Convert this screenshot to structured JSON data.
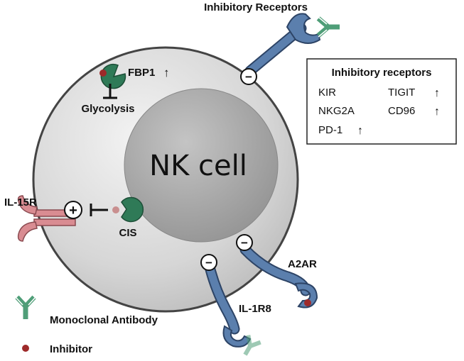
{
  "labels": {
    "inhibitory_receptors_top": "Inhibitory Receptors",
    "fbp1": "FBP1",
    "glycolysis": "Glycolysis",
    "nucleus": "NK cell",
    "il15r": "IL-15R",
    "cis": "CIS",
    "a2ar": "A2AR",
    "il1r8": "IL-1R8"
  },
  "receptor_box": {
    "title": "Inhibitory receptors",
    "items": [
      "KIR",
      "TIGIT",
      "NKG2A",
      "CD96",
      "PD-1"
    ],
    "up_arrow": "↑"
  },
  "legend": {
    "antibody": "Monoclonal Antibody",
    "inhibitor": "Inhibitor"
  },
  "signs": {
    "minus": "−",
    "plus": "+"
  },
  "colors": {
    "receptor_blue": "#4d6f9b",
    "receptor_blue_dark": "#2d4466",
    "enzyme_green": "#2f7a57",
    "antibody_green": "#4f9e78",
    "il15r_pink": "#d98c92",
    "inhibitor_red": "#9e2a2a",
    "cell_gray": "#cfcfcf",
    "nucleus_gray": "#9a9a9a"
  },
  "icons": [
    "receptor-icon",
    "antibody-icon",
    "enzyme-icon",
    "inhibitor-icon",
    "inhibit-bar-icon",
    "up-arrow-icon"
  ]
}
